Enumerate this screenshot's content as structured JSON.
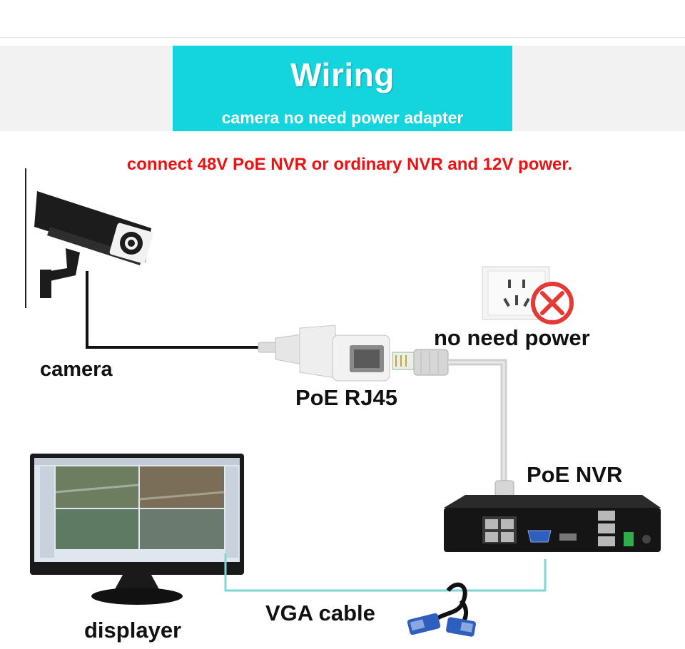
{
  "banner": {
    "title": "Wiring",
    "subtitle": "camera no need power adapter",
    "color": "#14d4de"
  },
  "note": {
    "text": "connect 48V PoE NVR or ordinary NVR and 12V power.",
    "color": "#ee1111"
  },
  "labels": {
    "camera": "camera",
    "poe_rj45": "PoE RJ45",
    "no_need_power": "no need power",
    "poe_nvr": "PoE NVR",
    "vga_cable": "VGA cable",
    "displayer": "displayer"
  },
  "icons": {
    "camera": "cctv-camera-icon",
    "outlet": "power-outlet-icon",
    "no_power": "prohibited-icon",
    "monitor": "monitor-icon",
    "nvr": "nvr-box-icon",
    "vga": "vga-cable-icon"
  },
  "colors": {
    "lan_cable": "#cfcfcf",
    "vga_line": "#7fd6d6",
    "prohibited": "#e53935"
  }
}
